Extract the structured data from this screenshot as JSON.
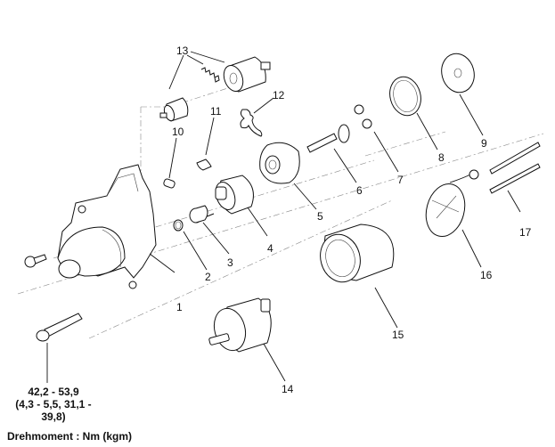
{
  "diagram": {
    "title": "Starter motor exploded view",
    "callouts": [
      {
        "id": "1",
        "label": "1",
        "part": "front-housing"
      },
      {
        "id": "2",
        "label": "2",
        "part": "stop-ring"
      },
      {
        "id": "3",
        "label": "3",
        "part": "collar"
      },
      {
        "id": "4",
        "label": "4",
        "part": "overrunning-clutch"
      },
      {
        "id": "5",
        "label": "5",
        "part": "internal-gear-housing"
      },
      {
        "id": "6",
        "label": "6",
        "part": "planet-shaft"
      },
      {
        "id": "7",
        "label": "7",
        "part": "planet-gears"
      },
      {
        "id": "8",
        "label": "8",
        "part": "packing"
      },
      {
        "id": "9",
        "label": "9",
        "part": "plate"
      },
      {
        "id": "10",
        "label": "10",
        "part": "rubber-seal"
      },
      {
        "id": "11",
        "label": "11",
        "part": "plate-small"
      },
      {
        "id": "12",
        "label": "12",
        "part": "lever"
      },
      {
        "id": "13",
        "label": "13",
        "part": "solenoid-assembly"
      },
      {
        "id": "14",
        "label": "14",
        "part": "armature"
      },
      {
        "id": "15",
        "label": "15",
        "part": "yoke"
      },
      {
        "id": "16",
        "label": "16",
        "part": "brush-holder-assembly"
      },
      {
        "id": "17",
        "label": "17",
        "part": "through-bolts"
      }
    ],
    "torque_spec": {
      "line1": "42,2 - 53,9",
      "line2": "(4,3 - 5,5, 31,1 - 39,8)"
    },
    "caption": "Drehmoment : Nm (kgm)"
  }
}
